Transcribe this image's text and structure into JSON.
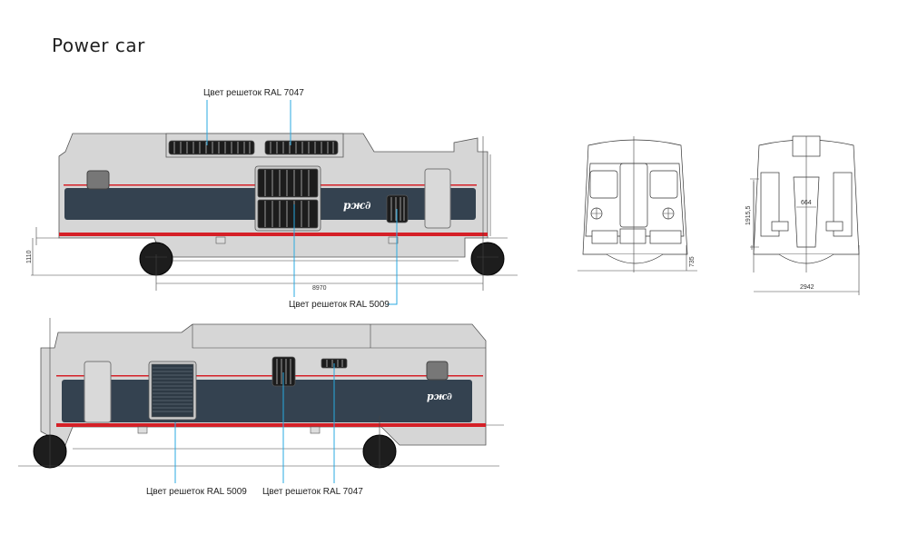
{
  "title": "Power car",
  "logo_text": "РЖД",
  "labels": {
    "grille_ral_7047": "Цвет решеток RAL 7047",
    "grille_ral_5009": "Цвет решеток RAL 5009"
  },
  "dimensions": {
    "length": "8970",
    "height_1110": "1110",
    "height_735": "735",
    "height_1915": "1915,5",
    "width_664": "664",
    "width_2942": "2942"
  },
  "colors": {
    "body": "#d6d6d6",
    "band": "#344250",
    "stripe": "#d52027",
    "leader": "#29a9e0"
  }
}
